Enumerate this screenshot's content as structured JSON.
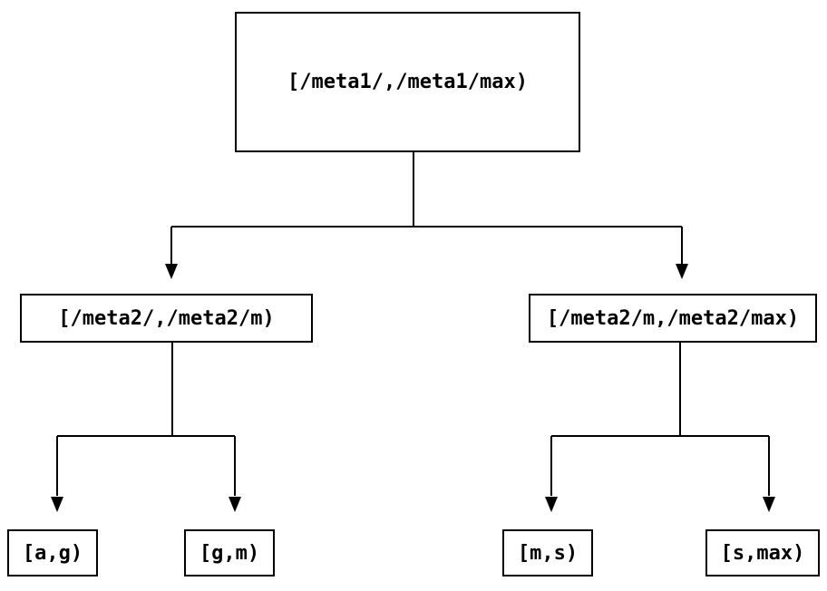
{
  "diagram": {
    "type": "tree",
    "colors": {
      "background": "#ffffff",
      "line": "#000000",
      "text": "#000000"
    },
    "root": {
      "label": "[/meta1/,/meta1/max)"
    },
    "level2": [
      {
        "label": "[/meta2/,/meta2/m)"
      },
      {
        "label": "[/meta2/m,/meta2/max)"
      }
    ],
    "leaves": [
      {
        "label": "[a,g)"
      },
      {
        "label": "[g,m)"
      },
      {
        "label": "[m,s)"
      },
      {
        "label": "[s,max)"
      }
    ]
  }
}
